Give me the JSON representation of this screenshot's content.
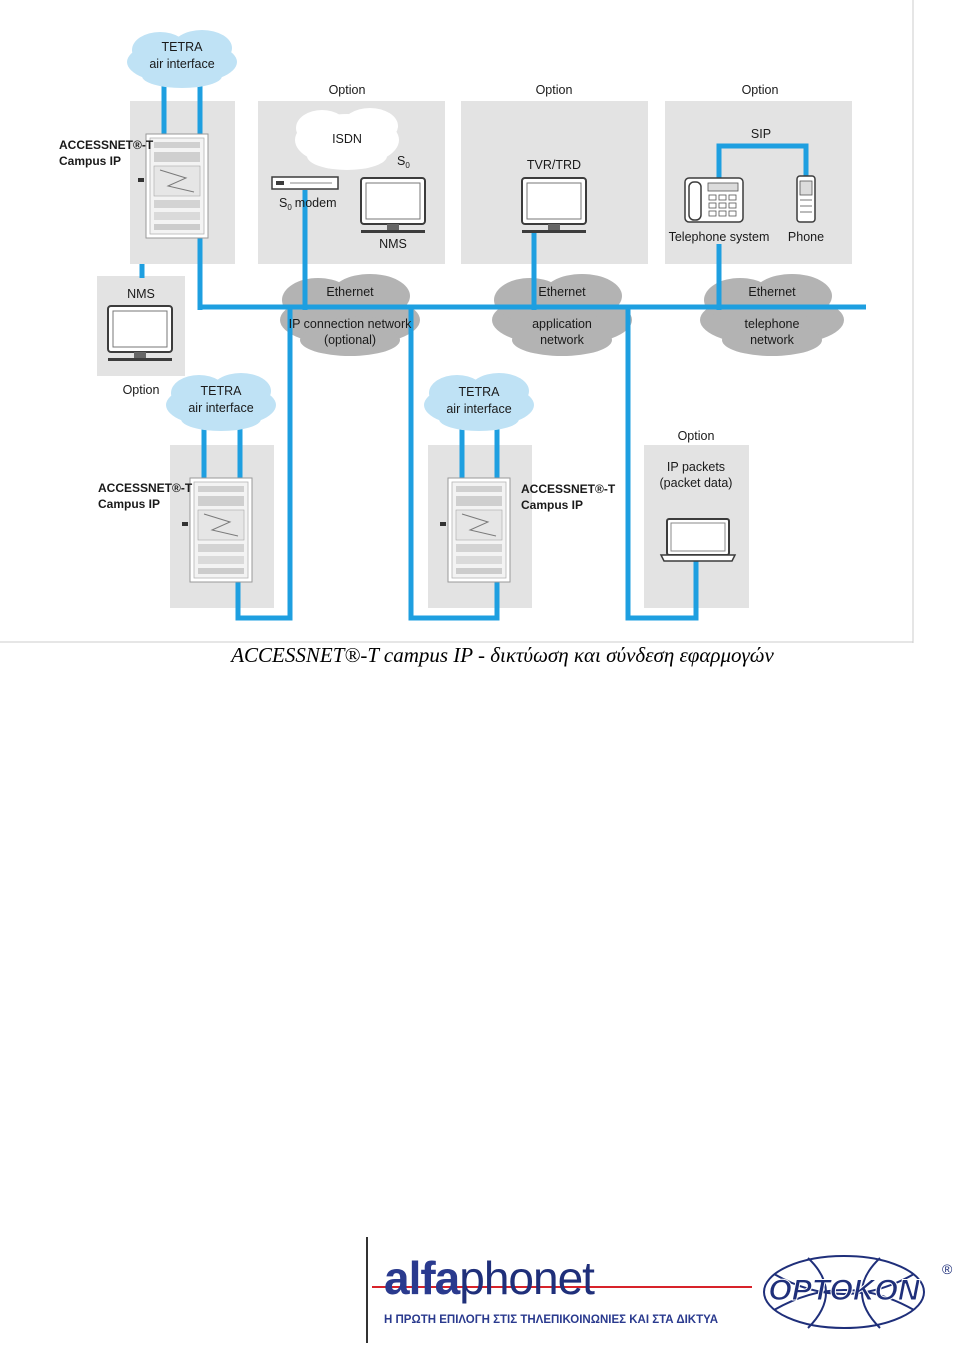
{
  "diagram": {
    "option_label": "Option",
    "tetra": {
      "line1": "TETRA",
      "line2": "air interface"
    },
    "accessnet": {
      "line1": "ACCESSNET®-T",
      "line2": "Campus IP"
    },
    "isdn": "ISDN",
    "s0": "S",
    "s0_sub": "0",
    "s0_modem": "modem",
    "nms": "NMS",
    "tvr_trd": "TVR/TRD",
    "sip": "SIP",
    "telephone_system": "Telephone system",
    "phone": "Phone",
    "ethernet": "Ethernet",
    "ip_connection": {
      "line1": "IP connection network",
      "line2": "(optional)"
    },
    "application_network": {
      "line1": "application",
      "line2": "network"
    },
    "telephone_network": {
      "line1": "telephone",
      "line2": "network"
    },
    "ip_packets": {
      "line1": "IP packets",
      "line2": "(packet data)"
    }
  },
  "caption": "ACCESSNET®-T campus IP - δικτύωση και σύνδεση εφαρμογών",
  "logos": {
    "alfaphonet_part1": "alfa",
    "alfaphonet_part2": "phonet",
    "alfaphonet_tagline": "Η ΠΡΩΤΗ ΕΠΙΛΟΓΗ ΣΤΙΣ ΤΗΛΕΠΙΚΟΙΝΩΝΙΕΣ ΚΑΙ ΣΤΑ ΔΙΚΤΥΑ",
    "optokon": "OPTOKON",
    "registered": "®"
  },
  "colors": {
    "network_line": "#1e9fe0",
    "cloud_blue": "#bfe2f5",
    "panel_gray": "#e3e3e3",
    "cloud_gray": "#b3b3b3"
  }
}
